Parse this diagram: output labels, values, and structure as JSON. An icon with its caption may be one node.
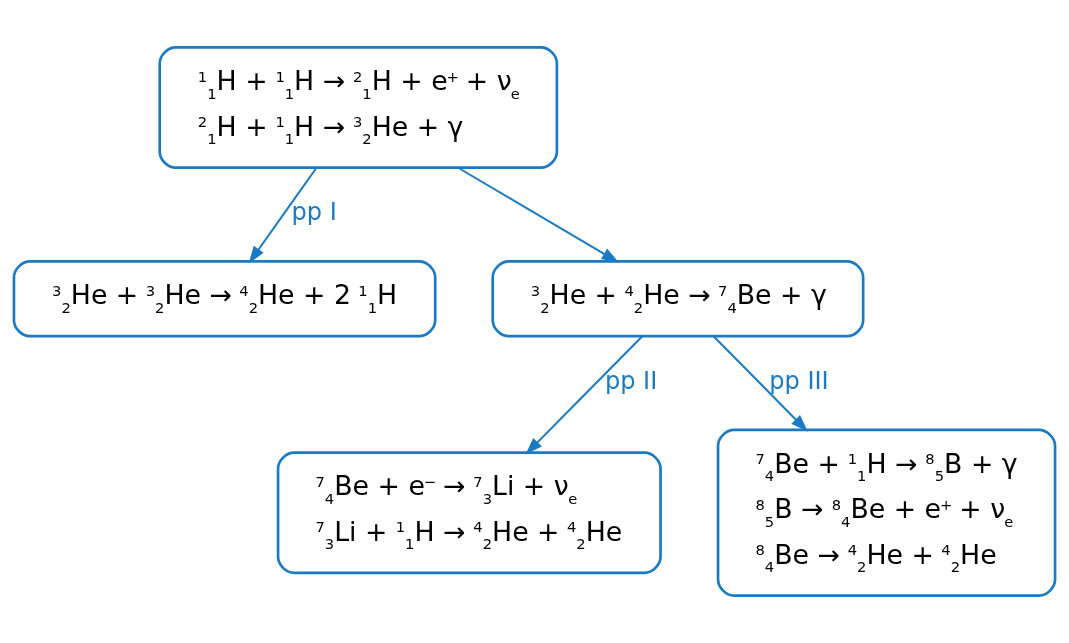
{
  "diagram": {
    "nodes": [
      {
        "text": [
          "$^{1}$$_{1}$H + $^{1}$$_{1}$H → $^{2}$$_{1}$H + e$^{+}$ + ν$_{e}$",
          "$^{2}$$_{1}$H + $^{1}$$_{1}$H → $^{3}$$_{2}$He + γ"
        ]
      },
      {
        "text": [
          "$^{3}$$_{2}$He + $^{3}$$_{2}$He → $^{4}$$_{2}$He + 2 $^{1}$$_{1}$H"
        ]
      },
      {
        "text": [
          "$^{3}$$_{2}$He + $^{4}$$_{2}$He → $^{7}$$_{4}$Be + γ"
        ]
      },
      {
        "text": [
          "$^{7}$$_{4}$Be + e$^{−}$ → $^{7}$$_{3}$Li + ν$_{e}$",
          "$^{7}$$_{3}$Li + $^{1}$$_{1}$H → $^{4}$$_{2}$He + $^{4}$$_{2}$He"
        ]
      },
      {
        "text": [
          "$^{7}$$_{4}$Be + $^{1}$$_{1}$H → $^{8}$$_{5}$B + γ",
          "$^{8}$$_{5}$B → $^{8}$$_{4}$Be + e$^{+}$ + ν$_{e}$",
          "$^{8}$$_{4}$Be → $^{4}$$_{2}$He + $^{4}$$_{2}$He"
        ]
      }
    ],
    "edges": [
      {
        "from": 0,
        "to": 1,
        "arrow": "to",
        "label": "pp I"
      },
      {
        "from": 0,
        "to": 2,
        "arrow": "to"
      },
      {
        "from": 2,
        "to": 3,
        "arrow": "to",
        "label": "pp II"
      },
      {
        "from": 2,
        "to": 4,
        "arrow": "to",
        "label": "pp III"
      }
    ]
  }
}
